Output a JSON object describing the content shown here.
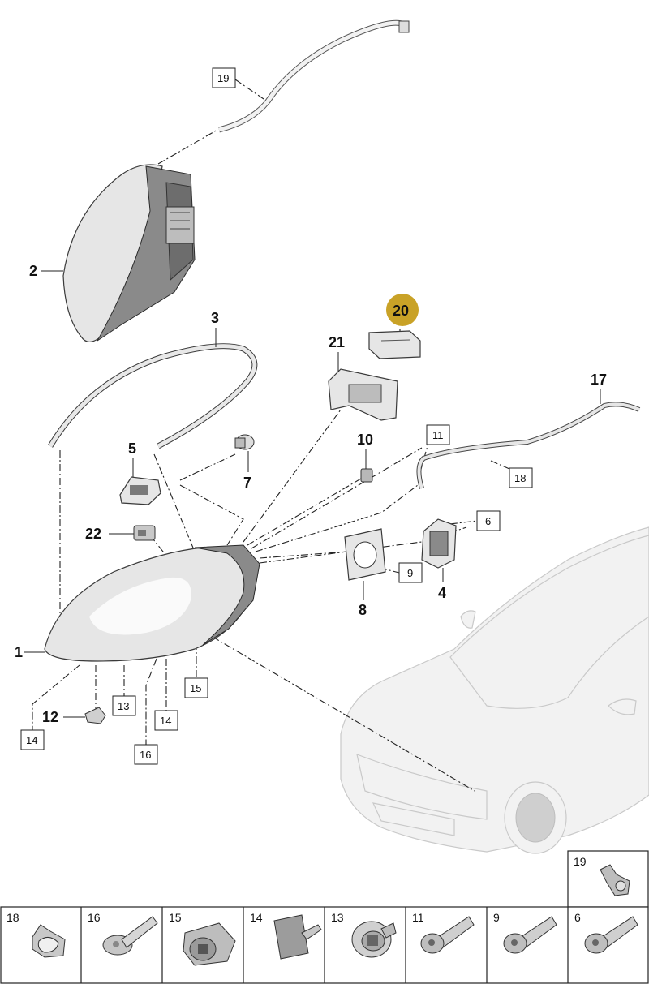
{
  "callouts": {
    "c1": "1",
    "c2": "2",
    "c3": "3",
    "c4": "4",
    "c5": "5",
    "c7": "7",
    "c8": "8",
    "c10": "10",
    "c12": "12",
    "c17": "17",
    "c21": "21",
    "c22": "22",
    "c20": "20"
  },
  "boxed": {
    "b19": "19",
    "b11": "11",
    "b18": "18",
    "b6": "6",
    "b9": "9",
    "b15": "15",
    "b13": "13",
    "b14a": "14",
    "b14b": "14",
    "b16": "16"
  },
  "highlight_color": "#c9a227",
  "legend": {
    "top_cell": "19",
    "cells": [
      "18",
      "16",
      "15",
      "14",
      "13",
      "11",
      "9",
      "6"
    ]
  }
}
